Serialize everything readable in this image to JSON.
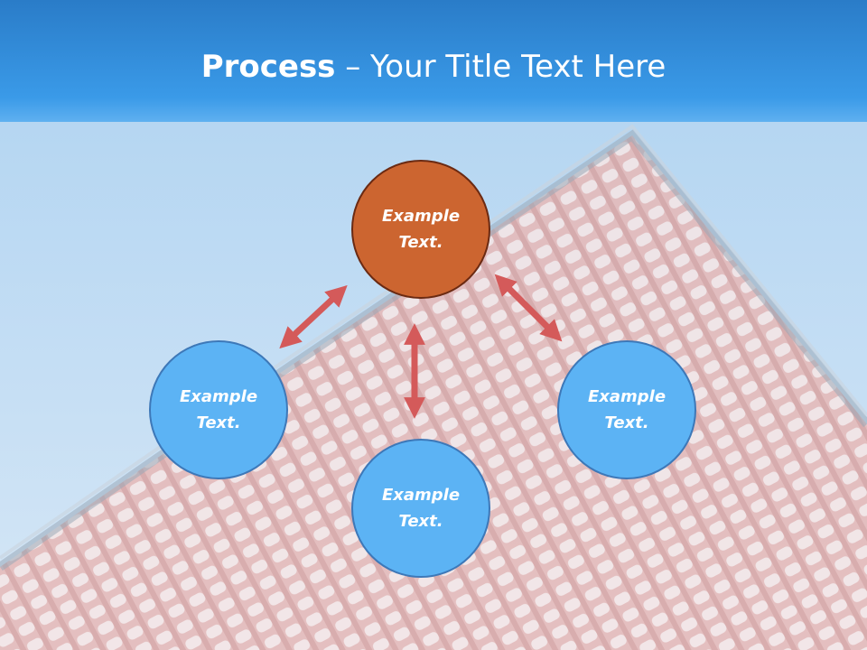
{
  "title": {
    "bold_part": "Process",
    "rest_part": " – Your Title Text Here"
  },
  "nodes": [
    {
      "id": "top",
      "line1": "Example",
      "line2": "Text."
    },
    {
      "id": "left",
      "line1": "Example",
      "line2": "Text."
    },
    {
      "id": "bottom",
      "line1": "Example",
      "line2": "Text."
    },
    {
      "id": "right",
      "line1": "Example",
      "line2": "Text."
    }
  ],
  "colors": {
    "header": "#3a9ae8",
    "node_blue": "#5cb3f4",
    "node_blue_border": "#3d78b8",
    "node_orange": "#cc6530",
    "node_orange_border": "#6b2a12",
    "arrow": "#d45a5a",
    "roof": "#e6b6b4"
  },
  "icons": [
    "double-headed-arrow-icon"
  ]
}
